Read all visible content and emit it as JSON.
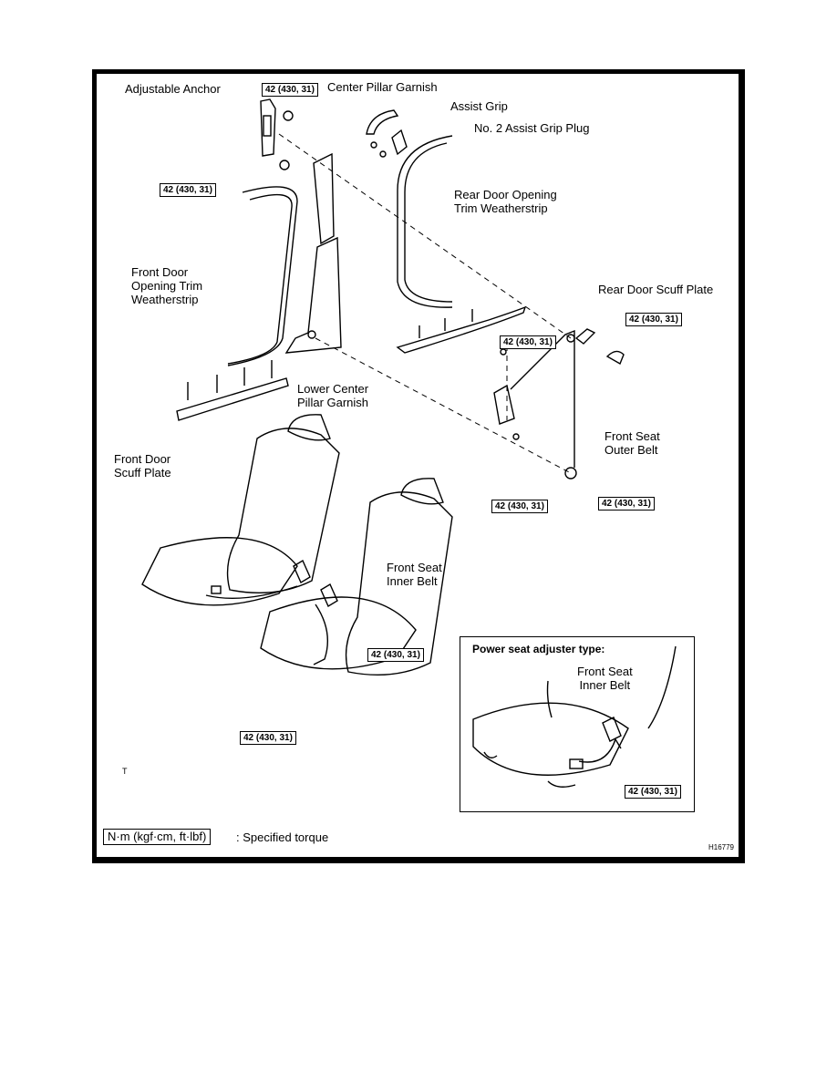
{
  "labels": {
    "adjustable_anchor": "Adjustable Anchor",
    "center_pillar_garnish": "Center Pillar Garnish",
    "assist_grip": "Assist Grip",
    "assist_grip_plug": "No. 2 Assist Grip Plug",
    "rear_door_weatherstrip": "Rear Door Opening\nTrim Weatherstrip",
    "front_door_weatherstrip": "Front Door\nOpening Trim\nWeatherstrip",
    "rear_door_scuff_plate": "Rear Door Scuff Plate",
    "lower_center_pillar_garnish": "Lower Center\nPillar Garnish",
    "front_door_scuff_plate": "Front Door\nScuff Plate",
    "front_seat_outer_belt": "Front Seat\nOuter Belt",
    "front_seat_inner_belt": "Front Seat\nInner Belt"
  },
  "torque_spec": "42 (430, 31)",
  "inset": {
    "title": "Power seat adjuster type:",
    "label": "Front Seat\nInner Belt",
    "torque": "42 (430, 31)"
  },
  "legend": {
    "unit_box": "N·m (kgf·cm, ft·lbf)",
    "text": ": Specified torque"
  },
  "figure_code": "H16779",
  "corner_mark": "T"
}
